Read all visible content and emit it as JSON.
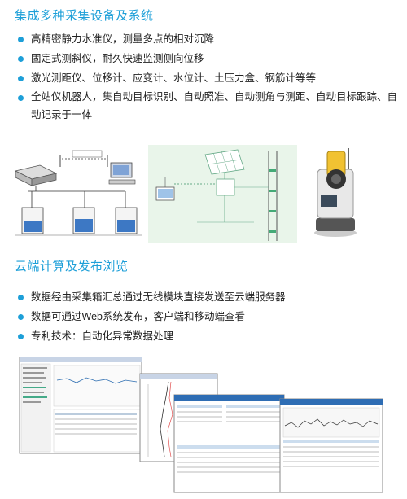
{
  "section1": {
    "title": "集成多种采集设备及系统",
    "bullets": [
      "高精密静力水准仪，测量多点的相对沉降",
      "固定式测斜仪，耐久快速监测侧向位移",
      "激光测距仪、位移计、应变计、水位计、土压力盒、钢筋计等等",
      "全站仪机器人，集自动目标识别、自动照准、自动测角与测距、自动目标跟踪、自动记录于一体"
    ]
  },
  "section2": {
    "title": "云端计算及发布浏览",
    "bullets": [
      "数据经由采集箱汇总通过无线模块直接发送至云端服务器",
      "数据可通过Web系统发布，客户端和移动端查看",
      "专利技术：自动化异常数据处理"
    ]
  },
  "colors": {
    "accent": "#1d9fd8",
    "diagram_bg": "#e9f5ea"
  }
}
